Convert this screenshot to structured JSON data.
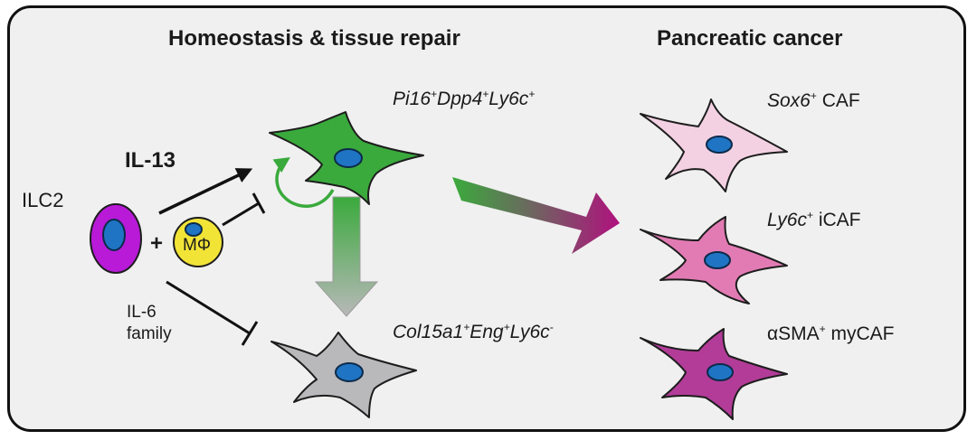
{
  "titles": {
    "left": "Homeostasis & tissue repair",
    "right": "Pancreatic cancer"
  },
  "cells": {
    "ilc2": "ILC2",
    "macrophage": "MΦ",
    "plus": "+"
  },
  "signals": {
    "il13": "IL-13",
    "il6_line1": "IL-6",
    "il6_line2": "family"
  },
  "fibroblasts": {
    "pi16": {
      "g1": "Pi16",
      "s1": "+",
      "g2": "Dpp4",
      "s2": "+",
      "g3": "Ly6c",
      "s3": "+"
    },
    "col15": {
      "g1": "Col15a1",
      "s1": "+",
      "g2": "Eng",
      "s2": "+",
      "g3": "Ly6c",
      "s3": "-"
    }
  },
  "cafs": {
    "sox6": {
      "gene": "Sox6",
      "sup": "+",
      "name": " CAF"
    },
    "ly6c": {
      "gene": "Ly6c",
      "sup": "+",
      "name": " iCAF"
    },
    "sma": {
      "gene": "αSMA",
      "sup": "+",
      "name": " myCAF"
    }
  },
  "colors": {
    "green_cell": "#3aaa3c",
    "grey_cell": "#b9b8ba",
    "nucleus": "#1f74c4",
    "ilc2_cell": "#b81ad8",
    "macrophage": "#f2e437",
    "caf_light": "#f3d1e2",
    "caf_mid": "#e27bb4",
    "caf_dark": "#b23c98",
    "arrow_magenta": "#b0117e"
  }
}
